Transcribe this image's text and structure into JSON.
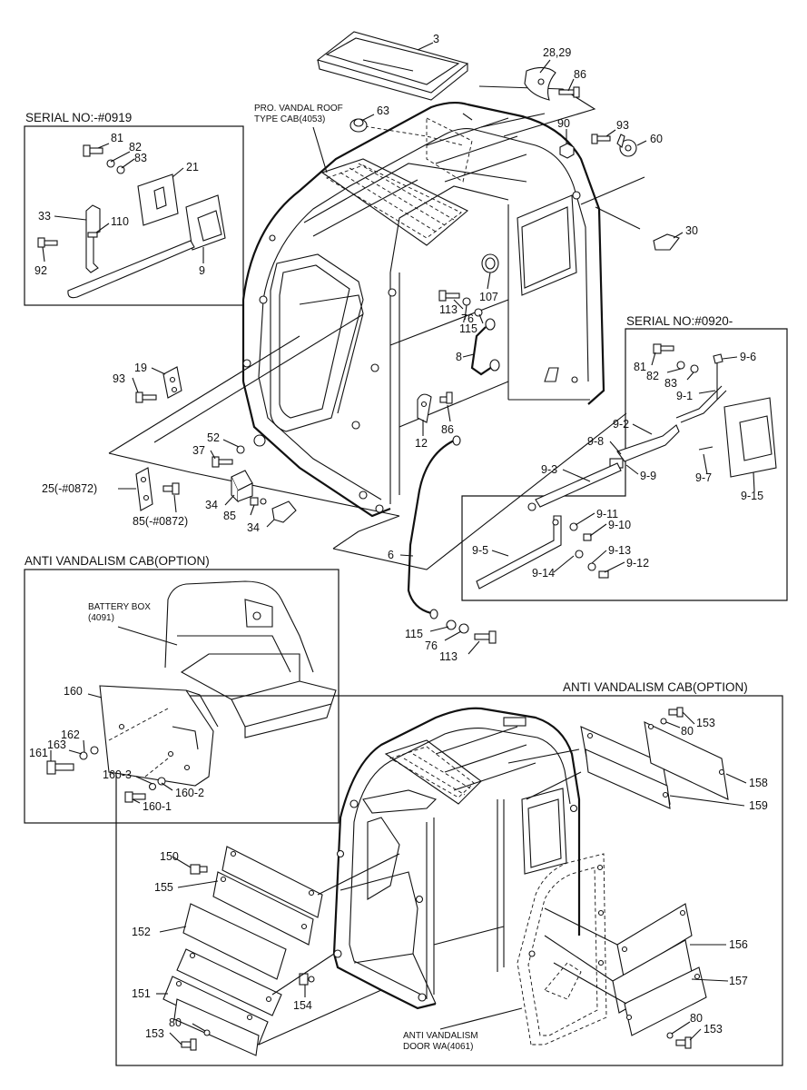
{
  "titles": {
    "serial_early": "SERIAL NO:-#0919",
    "serial_late": "SERIAL NO:#0920-",
    "anti_vandal_left": "ANTI VANDALISM CAB(OPTION)",
    "anti_vandal_right": "ANTI VANDALISM CAB(OPTION)"
  },
  "notes": {
    "roof_line1": "PRO. VANDAL ROOF",
    "roof_line2": "TYPE CAB(4053)",
    "battery_line1": "BATTERY BOX",
    "battery_line2": "(4091)",
    "door_line1": "ANTI VANDALISM",
    "door_line2": "DOOR WA(4061)"
  },
  "callouts": [
    {
      "id": "c-3",
      "text": "3"
    },
    {
      "id": "c-28-29",
      "text": "28,29"
    },
    {
      "id": "c-86a",
      "text": "86"
    },
    {
      "id": "c-63",
      "text": "63"
    },
    {
      "id": "c-90",
      "text": "90"
    },
    {
      "id": "c-93a",
      "text": "93"
    },
    {
      "id": "c-60",
      "text": "60"
    },
    {
      "id": "c-30",
      "text": "30"
    },
    {
      "id": "c-81a",
      "text": "81"
    },
    {
      "id": "c-82a",
      "text": "82"
    },
    {
      "id": "c-83a",
      "text": "83"
    },
    {
      "id": "c-21",
      "text": "21"
    },
    {
      "id": "c-33",
      "text": "33"
    },
    {
      "id": "c-110",
      "text": "110"
    },
    {
      "id": "c-92",
      "text": "92"
    },
    {
      "id": "c-9",
      "text": "9"
    },
    {
      "id": "c-107",
      "text": "107"
    },
    {
      "id": "c-113a",
      "text": "113"
    },
    {
      "id": "c-76a",
      "text": "76"
    },
    {
      "id": "c-115a",
      "text": "115"
    },
    {
      "id": "c-8",
      "text": "8"
    },
    {
      "id": "c-93b",
      "text": "93"
    },
    {
      "id": "c-19",
      "text": "19"
    },
    {
      "id": "c-12",
      "text": "12"
    },
    {
      "id": "c-86b",
      "text": "86"
    },
    {
      "id": "c-52",
      "text": "52"
    },
    {
      "id": "c-37",
      "text": "37"
    },
    {
      "id": "c-25",
      "text": "25(-#0872)"
    },
    {
      "id": "c-85a",
      "text": "85(-#0872)"
    },
    {
      "id": "c-34a",
      "text": "34"
    },
    {
      "id": "c-85b",
      "text": "85"
    },
    {
      "id": "c-34b",
      "text": "34"
    },
    {
      "id": "c-6",
      "text": "6"
    },
    {
      "id": "c-115b",
      "text": "115"
    },
    {
      "id": "c-76b",
      "text": "76"
    },
    {
      "id": "c-113b",
      "text": "113"
    },
    {
      "id": "c-81b",
      "text": "81"
    },
    {
      "id": "c-82b",
      "text": "82"
    },
    {
      "id": "c-83b",
      "text": "83"
    },
    {
      "id": "c-9-6",
      "text": "9-6"
    },
    {
      "id": "c-9-1",
      "text": "9-1"
    },
    {
      "id": "c-9-2",
      "text": "9-2"
    },
    {
      "id": "c-9-8",
      "text": "9-8"
    },
    {
      "id": "c-9-3",
      "text": "9-3"
    },
    {
      "id": "c-9-9",
      "text": "9-9"
    },
    {
      "id": "c-9-7",
      "text": "9-7"
    },
    {
      "id": "c-9-15",
      "text": "9-15"
    },
    {
      "id": "c-9-11",
      "text": "9-11"
    },
    {
      "id": "c-9-10",
      "text": "9-10"
    },
    {
      "id": "c-9-5",
      "text": "9-5"
    },
    {
      "id": "c-9-13",
      "text": "9-13"
    },
    {
      "id": "c-9-12",
      "text": "9-12"
    },
    {
      "id": "c-9-14",
      "text": "9-14"
    },
    {
      "id": "c-160",
      "text": "160"
    },
    {
      "id": "c-162",
      "text": "162"
    },
    {
      "id": "c-163",
      "text": "163"
    },
    {
      "id": "c-161",
      "text": "161"
    },
    {
      "id": "c-160-3",
      "text": "160-3"
    },
    {
      "id": "c-160-2",
      "text": "160-2"
    },
    {
      "id": "c-160-1",
      "text": "160-1"
    },
    {
      "id": "c-80a",
      "text": "80"
    },
    {
      "id": "c-153a",
      "text": "153"
    },
    {
      "id": "c-158",
      "text": "158"
    },
    {
      "id": "c-159",
      "text": "159"
    },
    {
      "id": "c-150",
      "text": "150"
    },
    {
      "id": "c-155",
      "text": "155"
    },
    {
      "id": "c-152",
      "text": "152"
    },
    {
      "id": "c-151",
      "text": "151"
    },
    {
      "id": "c-154",
      "text": "154"
    },
    {
      "id": "c-153b",
      "text": "153"
    },
    {
      "id": "c-80b",
      "text": "80"
    },
    {
      "id": "c-156",
      "text": "156"
    },
    {
      "id": "c-157",
      "text": "157"
    },
    {
      "id": "c-80c",
      "text": "80"
    },
    {
      "id": "c-153c",
      "text": "153"
    }
  ]
}
